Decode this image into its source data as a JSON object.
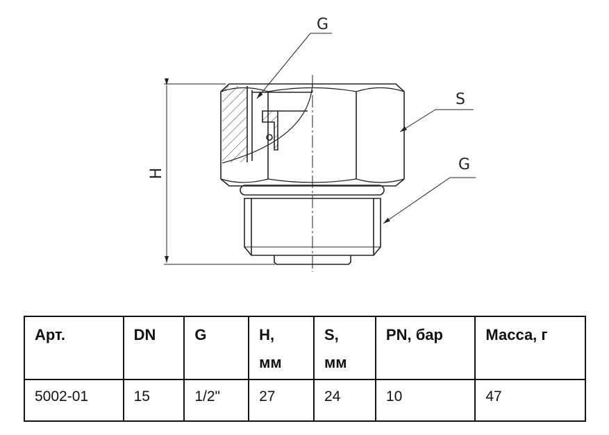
{
  "drawing": {
    "labels": {
      "thread_top": "G",
      "hex_size": "S",
      "thread_bottom": "G",
      "height": "H"
    }
  },
  "table": {
    "headers": [
      "Арт.",
      "DN",
      "G",
      "H, мм",
      "S, мм",
      "PN, бар",
      "Масса, г"
    ],
    "rows": [
      [
        "5002-01",
        "15",
        "1/2\"",
        "27",
        "24",
        "10",
        "47"
      ]
    ]
  }
}
